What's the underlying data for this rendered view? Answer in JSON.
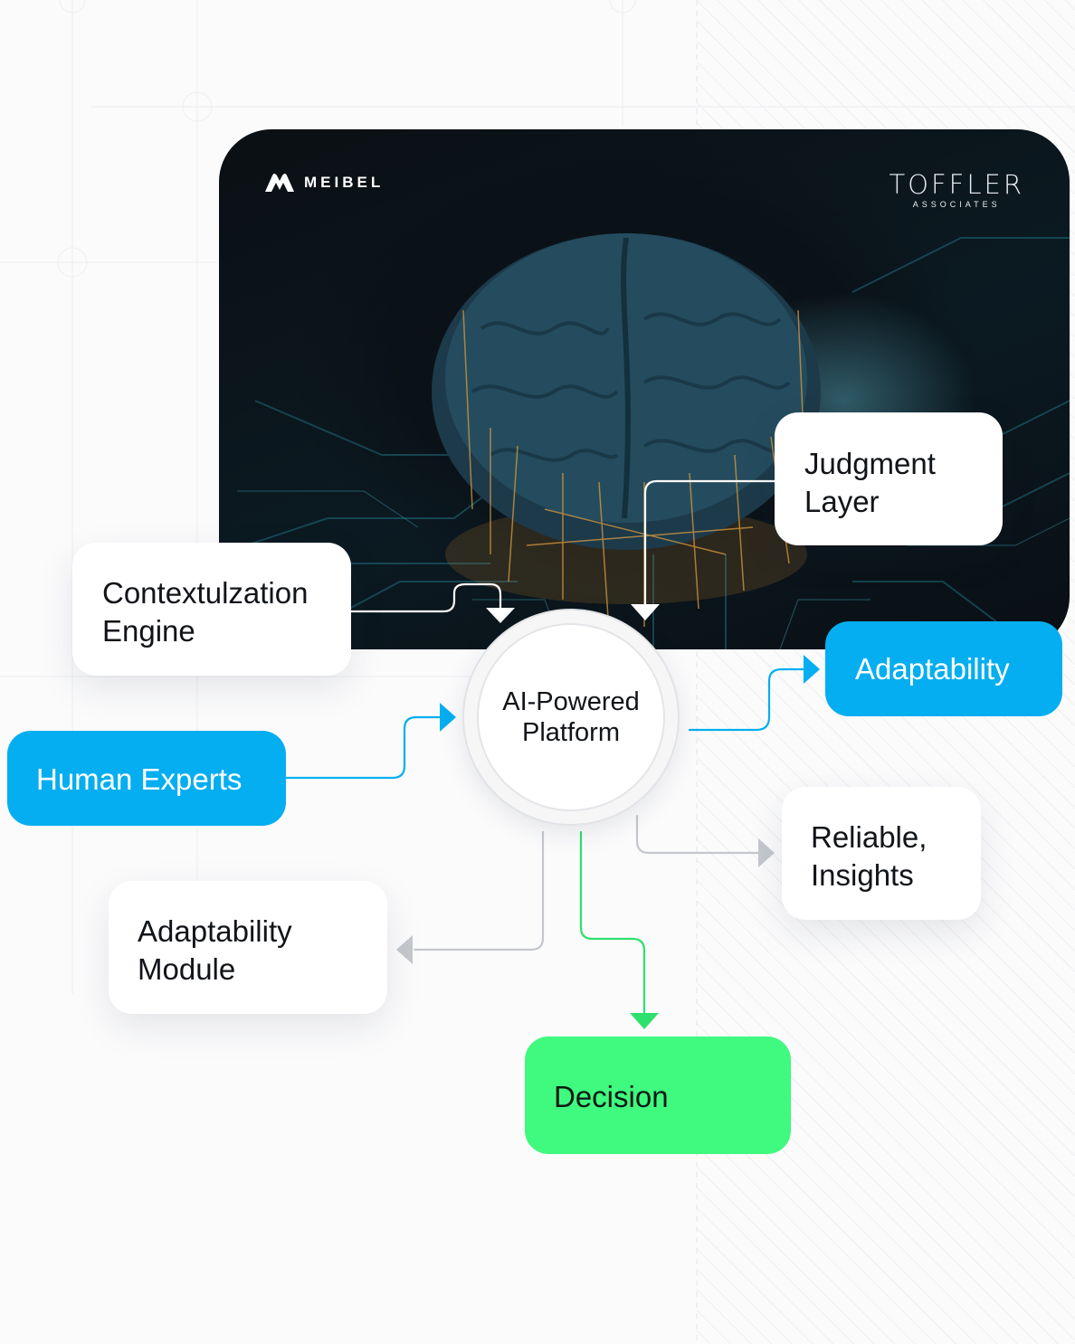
{
  "logos": {
    "left_wordmark": "MEIBEL",
    "right_wordmark": "TOFFLER",
    "right_subtitle": "ASSOCIATES"
  },
  "hub": {
    "line1": "AI-Powered",
    "line2": "Platform"
  },
  "nodes": {
    "judgment_layer": {
      "line1": "Judgment",
      "line2": "Layer"
    },
    "contextualization_engine": {
      "line1": "Contextulzation",
      "line2": "Engine"
    },
    "adaptability": {
      "label": "Adaptability"
    },
    "human_experts": {
      "label": "Human Experts"
    },
    "reliable_insights": {
      "line1": "Reliable,",
      "line2": "Insights"
    },
    "adaptability_module": {
      "line1": "Adaptability",
      "line2": "Module"
    },
    "decision": {
      "label": "Decision"
    }
  },
  "colors": {
    "blue_accent": "#05aef0",
    "green_accent": "#40f97f",
    "gray_connector": "#c4c8cd",
    "white_connector": "#ffffff"
  }
}
